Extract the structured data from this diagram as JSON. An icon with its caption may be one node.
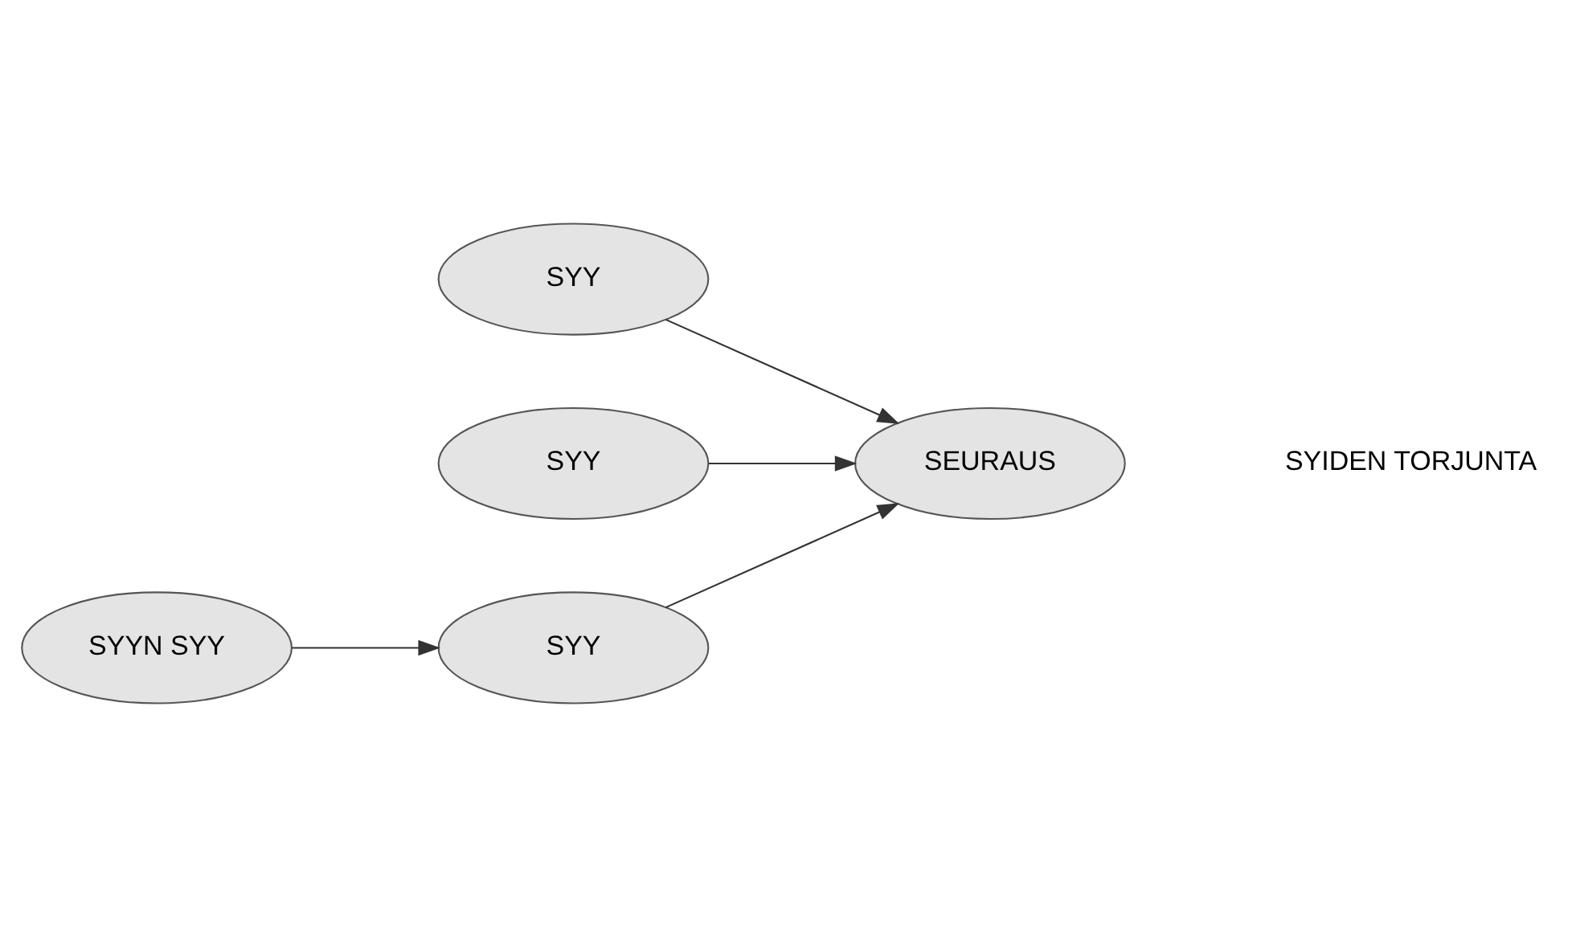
{
  "diagram": {
    "nodes": [
      {
        "text": [
          "SYY"
        ]
      },
      {
        "text": [
          "SYY"
        ]
      },
      {
        "text": [
          "SEURAUS"
        ]
      },
      {
        "text": [
          "SYYN SYY"
        ]
      },
      {
        "text": [
          "SYY"
        ]
      }
    ],
    "edges": [
      {
        "from": 0,
        "to": 2,
        "arrow": "to"
      },
      {
        "from": 1,
        "to": 2,
        "arrow": "to"
      },
      {
        "from": 3,
        "to": 4,
        "arrow": "to"
      },
      {
        "from": 4,
        "to": 2,
        "arrow": "to"
      }
    ],
    "labels": [
      "SYIDEN TORJUNTA"
    ]
  }
}
